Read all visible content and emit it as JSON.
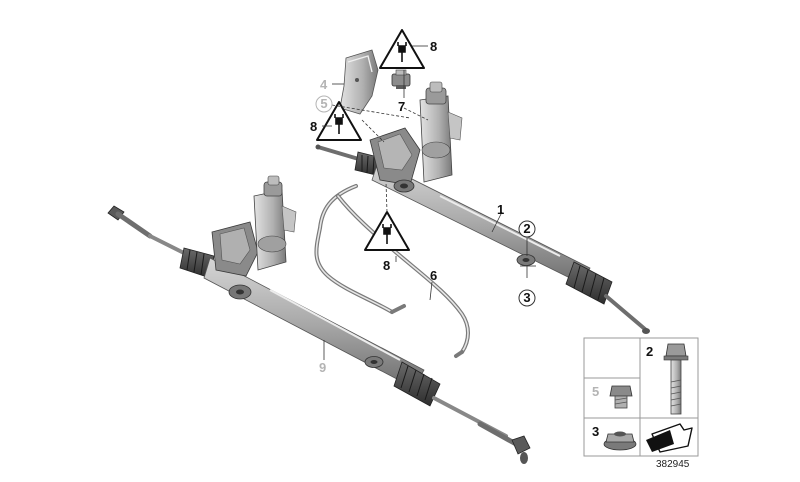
{
  "diagram": {
    "callouts": {
      "rack_main": "1",
      "bolt": "2",
      "nut": "3",
      "heat_shield": "4",
      "clip": "5",
      "fluid_line": "6",
      "connector": "7",
      "warning_top": "8",
      "warning_left": "8",
      "warning_bottom": "8",
      "rack_alt": "9"
    },
    "legend": {
      "bolt_label": "2",
      "clip_label": "5",
      "nut_label": "3"
    },
    "reference_number": "382945"
  }
}
